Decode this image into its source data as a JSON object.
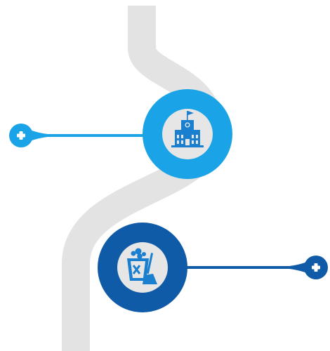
{
  "colors": {
    "background": "#ffffff",
    "path": "#e3e3e3",
    "accent_light": "#1aa3e6",
    "accent_dark": "#0f5ba8",
    "inner_circle_bg": "#e6e6e6",
    "icon": "#1b7fd0",
    "plus": "#ffffff"
  },
  "nodes": [
    {
      "icon": "school-icon",
      "color": "accent_light",
      "connector_side": "left",
      "add_button": "plus-icon"
    },
    {
      "icon": "cleaning-bucket-broom-icon",
      "color": "accent_dark",
      "connector_side": "right",
      "add_button": "plus-icon"
    }
  ]
}
